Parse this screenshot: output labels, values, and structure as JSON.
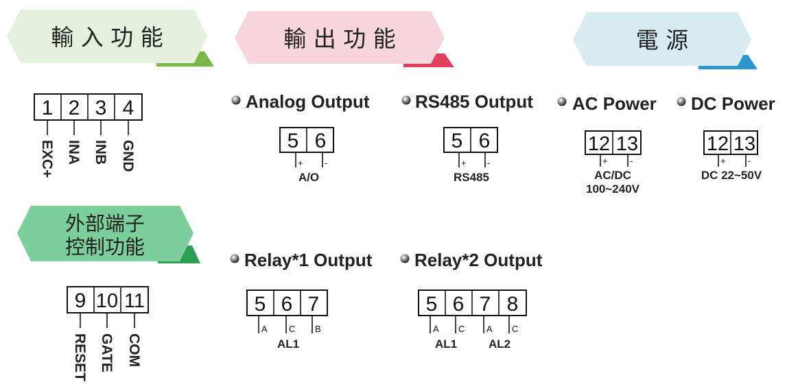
{
  "banners": {
    "input": {
      "text": "輸 入 功 能",
      "bg": "#e4f1dc",
      "accent": "#7ab648"
    },
    "output": {
      "text": "輸 出 功 能",
      "bg": "#f6d6dc",
      "accent": "#e0405d"
    },
    "power": {
      "text": "電 源",
      "bg": "#d7ecf1",
      "accent": "#2c97cf"
    },
    "external": {
      "line1": "外部端子",
      "line2": "控制功能",
      "bg": "#7ccf9b",
      "accent": "#2d9f55"
    }
  },
  "input_block": {
    "terminals": [
      "1",
      "2",
      "3",
      "4"
    ],
    "labels": [
      "EXC+",
      "INA",
      "INB",
      "GND"
    ]
  },
  "external_block": {
    "terminals": [
      "9",
      "10",
      "11"
    ],
    "labels": [
      "RESET",
      "GATE",
      "COM"
    ]
  },
  "analog": {
    "title": "Analog Output",
    "terminals": [
      "5",
      "6"
    ],
    "pins": [
      "+",
      "-"
    ],
    "caption": "A/O"
  },
  "rs485": {
    "title": "RS485 Output",
    "terminals": [
      "5",
      "6"
    ],
    "pins": [
      "+",
      "-"
    ],
    "caption": "RS485"
  },
  "ac_power": {
    "title": "AC Power",
    "terminals": [
      "12",
      "13"
    ],
    "pins": [
      "+",
      "-"
    ],
    "caption1": "AC/DC",
    "caption2": "100~240V"
  },
  "dc_power": {
    "title": "DC Power",
    "terminals": [
      "12",
      "13"
    ],
    "pins": [
      "+",
      "-"
    ],
    "caption": "DC 22~50V"
  },
  "relay1": {
    "title": "Relay*1  Output",
    "terminals": [
      "5",
      "6",
      "7"
    ],
    "pins": [
      "A",
      "C",
      "B"
    ],
    "caption": "AL1"
  },
  "relay2": {
    "title": "Relay*2  Output",
    "terminals": [
      "5",
      "6",
      "7",
      "8"
    ],
    "pins": [
      "A",
      "C",
      "A",
      "C"
    ],
    "caption1": "AL1",
    "caption2": "AL2"
  }
}
